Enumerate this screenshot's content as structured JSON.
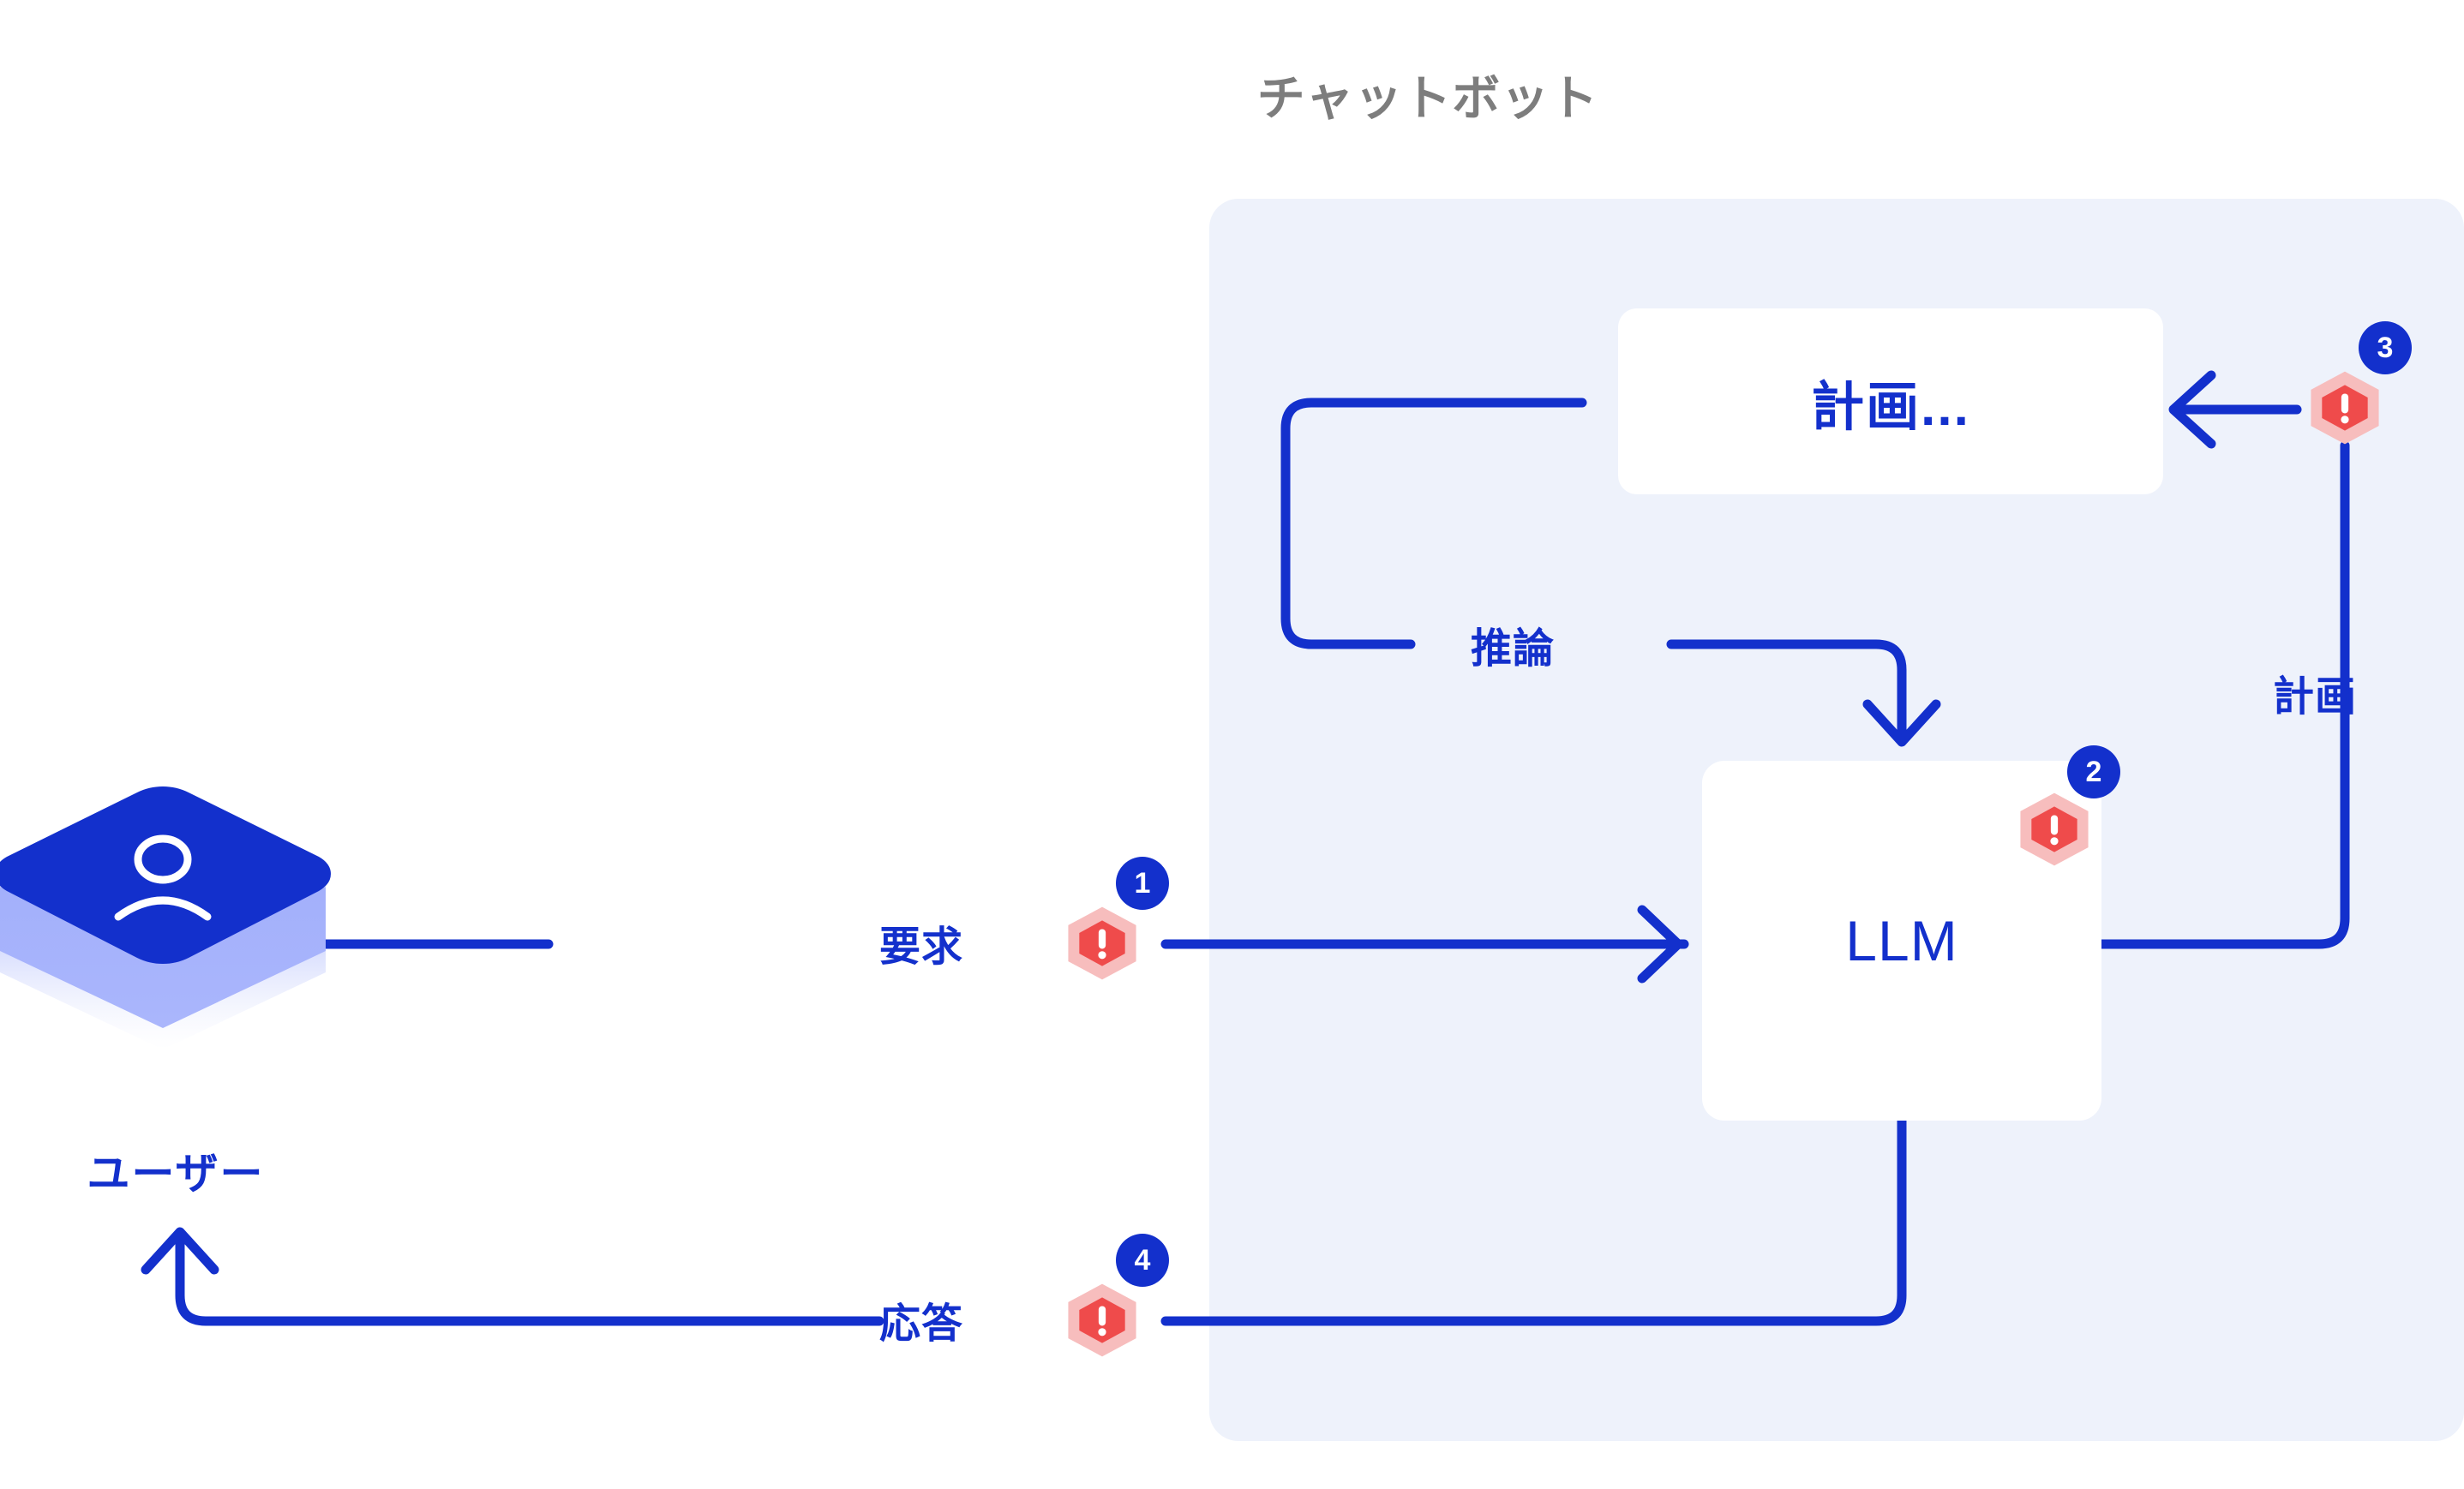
{
  "diagram": {
    "title": "チャットボット",
    "colors": {
      "accent_blue": "#1330cc",
      "panel_bg": "#eef2fb",
      "card_bg": "#ffffff",
      "title_gray": "#7d7d7d",
      "marker_outer": "#f7bdbd",
      "marker_inner": "#ef4b4b",
      "user_top": "#1330cc",
      "user_side": "#a3b0fb"
    },
    "nodes": {
      "user": {
        "label": "ユーザー",
        "icon": "user-icon"
      },
      "llm": {
        "label": "LLM"
      },
      "plan": {
        "label": "計画..."
      }
    },
    "edges": {
      "request": {
        "label": "要求",
        "step": "1"
      },
      "reasoning": {
        "label": "推論"
      },
      "plan_loop": {
        "label": "計画",
        "step": "3"
      },
      "llm_marker": {
        "step": "2"
      },
      "response": {
        "label": "応答",
        "step": "4"
      }
    },
    "markers": [
      {
        "name": "warning-marker-request",
        "step": "1",
        "glyph": "!"
      },
      {
        "name": "warning-marker-llm",
        "step": "2",
        "glyph": "!"
      },
      {
        "name": "warning-marker-plan",
        "step": "3",
        "glyph": "!"
      },
      {
        "name": "warning-marker-response",
        "step": "4",
        "glyph": "!"
      }
    ]
  }
}
